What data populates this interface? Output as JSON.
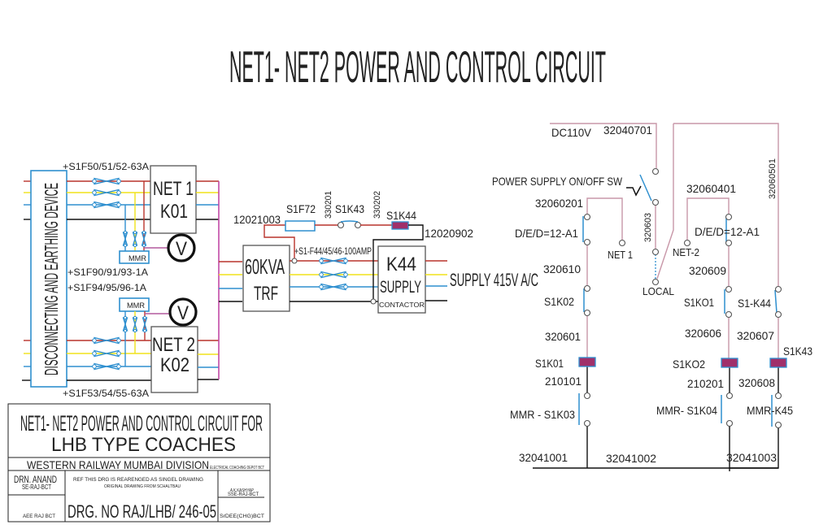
{
  "title": "NET1- NET2 POWER AND  CONTROL CIRCUIT",
  "colors": {
    "red_phase": "#b9342c",
    "yellow_phase": "#f0e21a",
    "blue_phase": "#2e8fcf",
    "bus_bar": "#c14aa6",
    "control_wire": "#c897a8",
    "relay_coil": "#a0306a",
    "neutral": "#111111"
  },
  "power": {
    "disconnector": "DISCONNECTING AND EARTHING DEVICE",
    "fuse_net1": "+S1F50/51/52-63A",
    "fuse_mmr1": "+S1F90/91/93-1A",
    "fuse_mmr2": "+S1F94/95/96-1A",
    "fuse_net2": "+S1F53/54/55-63A",
    "net1": [
      "NET 1",
      "K01"
    ],
    "net2": [
      "NET 2",
      "K02"
    ],
    "mmr": "MMR",
    "voltmeter": "V",
    "transformer": [
      "60KVA",
      "TRF"
    ],
    "fuse_trf": "+S1-F44/45/46-100AMP",
    "contactor": [
      "K44",
      "SUPPLY",
      "CONTACTOR"
    ],
    "output": "SUPPLY 415V A/C",
    "aux": {
      "wire_in": "12021003",
      "fuse": "S1F72",
      "wire_a": "330201",
      "switch": "S1K43",
      "wire_b": "330202",
      "coil": "S1K44",
      "wire_out": "12020902"
    }
  },
  "control": {
    "supply": "DC110V",
    "wire_supply": "32040701",
    "onoff_switch": "POWER SUPPLY ON/OFF SW",
    "wire_320603": "320603",
    "wire_32060501": "32060501",
    "local": "LOCAL",
    "left": {
      "wire_top": "32060201",
      "ded": "D/E/D=12-A1",
      "net": "NET 1",
      "wire_1": "320610",
      "contact": "S1K02",
      "wire_2": "320601",
      "coil": "S1K01",
      "wire_3": "210101",
      "mmr": "MMR - S1K03"
    },
    "middle": {
      "wire_top": "32060401",
      "ded": "D/E/D=12-A1",
      "net": "NET-2",
      "wire_1": "320609",
      "contact": "S1KO1",
      "wire_2": "320606",
      "coil": "S1KO2",
      "wire_3": "210201",
      "mmr": "MMR- S1K04"
    },
    "right": {
      "contact": "S1-K44",
      "wire_2": "320607",
      "coil": "S1K43",
      "wire_3": "320608",
      "mmr": "MMR-K45"
    },
    "return_wires": [
      "32041001",
      "32041002",
      "32041003"
    ]
  },
  "title_block": {
    "heading": "NET1- NET2 POWER AND  CONTROL CIRCUIT FOR",
    "subheading": "LHB TYPE COACHES",
    "division": "WESTERN RAILWAY MUMBAI DIVISION",
    "depot": "ELECTRICAL COACHING DEPOT BCT",
    "drawn_by": "DRN. ANAND",
    "drawn_by_post": "SE-RAJ-BCT",
    "ref_note": "REF  THIS DRG IS REARENGED AS SINGEL DRAWING",
    "ref_source": "ORIGINAL DRAWING FROM SCHALTBAU",
    "checked_by": "A K KASHYAP",
    "checked_by_post": "SSE-RAJ-BCT",
    "approved_post": "AEE RAJ BCT",
    "drawing_no": "DRG. NO RAJ/LHB/ 246-05",
    "authority": "SrDEE(CHG)BCT"
  }
}
